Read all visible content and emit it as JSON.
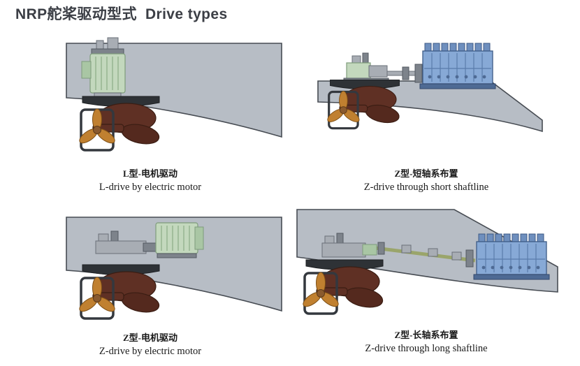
{
  "page": {
    "title_zh": "NRP舵桨驱动型式",
    "title_en": "Drive types"
  },
  "diagrams": [
    {
      "id": "l-drive-electric-motor",
      "caption_zh": "L型-电机驱动",
      "caption_en": "L-drive by electric motor",
      "components": [
        "hull-section",
        "electric-motor",
        "azimuth-thruster",
        "propeller"
      ]
    },
    {
      "id": "z-drive-short-shaftline",
      "caption_zh": "Z型-短轴系布置",
      "caption_en": "Z-drive through short shaftline",
      "components": [
        "hull-section",
        "azimuth-thruster",
        "propeller",
        "short-shaftline",
        "diesel-engine"
      ]
    },
    {
      "id": "z-drive-electric-motor",
      "caption_zh": "Z型-电机驱动",
      "caption_en": "Z-drive by electric motor",
      "components": [
        "hull-section",
        "electric-motor",
        "azimuth-thruster",
        "propeller"
      ]
    },
    {
      "id": "z-drive-long-shaftline",
      "caption_zh": "Z型-长轴系布置",
      "caption_en": "Z-drive through long shaftline",
      "components": [
        "hull-section",
        "azimuth-thruster",
        "propeller",
        "long-shaftline",
        "diesel-engine"
      ]
    }
  ],
  "colors": {
    "hull_fill": "#b7bdc5",
    "hull_stroke": "#474c53",
    "motor_green": "#c3d8bd",
    "engine_blue": "#87a9d6",
    "pod_brown": "#5f3024",
    "propeller_orange": "#c08030",
    "title_color": "#3b3e45",
    "caption_color": "#1a1a1a"
  }
}
